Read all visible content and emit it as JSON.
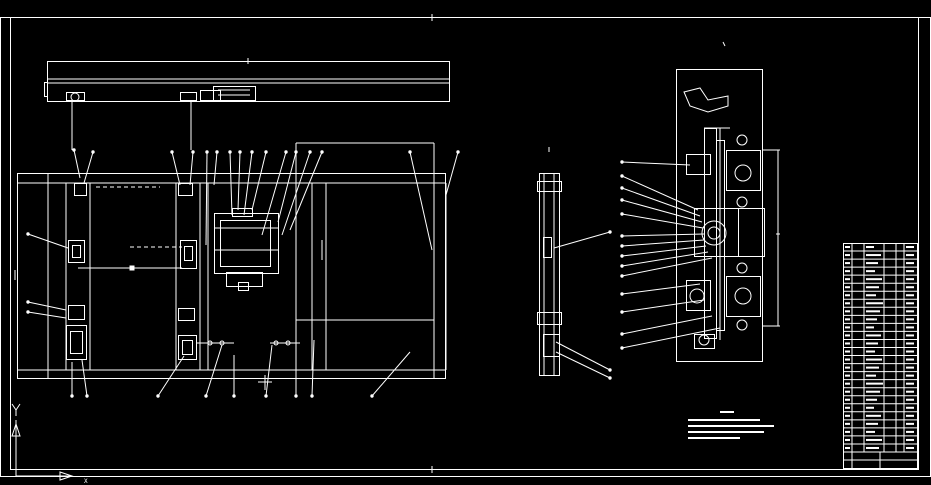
{
  "colors": {
    "background": "#000000",
    "line": "#ffffff"
  },
  "ucs_icon": {
    "x_label": "X",
    "y_label": "Y"
  },
  "title_block": {
    "rows": 26
  }
}
